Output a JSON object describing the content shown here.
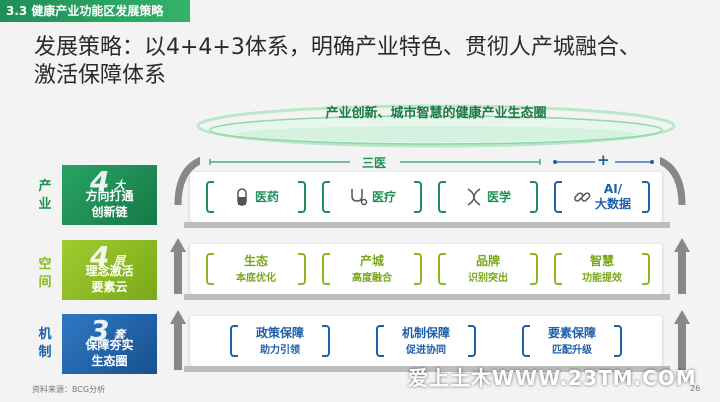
{
  "header": {
    "section": "3.3 健康产业功能区发展策略"
  },
  "title": {
    "line1": "发展策略：以4+4+3体系，明确产业特色、贯彻人产城融合、",
    "line2": "激活保障体系"
  },
  "ecosystem": {
    "label": "产业创新、城市智慧的健康产业生态圈"
  },
  "top_labels": {
    "sanyi": "三医",
    "plus": "+"
  },
  "layers": [
    {
      "side": [
        "产",
        "业"
      ],
      "num": "4",
      "unit": "大",
      "line1": "方向打通",
      "line2": "创新链",
      "cards": [
        {
          "label": "医药",
          "icon": "pill-icon"
        },
        {
          "label": "医疗",
          "icon": "stethoscope-icon"
        },
        {
          "label": "医学",
          "icon": "dna-icon"
        },
        {
          "label": "AI/\n大数据",
          "icon": "link-icon"
        }
      ],
      "color": "#1f8f57"
    },
    {
      "side": [
        "空",
        "间"
      ],
      "num": "4",
      "unit": "层",
      "line1": "理念激活",
      "line2": "要素云",
      "cards": [
        {
          "label": "生态",
          "sub": "本底优化"
        },
        {
          "label": "产城",
          "sub": "高度融合"
        },
        {
          "label": "品牌",
          "sub": "识别突出"
        },
        {
          "label": "智慧",
          "sub": "功能提效"
        }
      ],
      "color": "#8bb81f"
    },
    {
      "side": [
        "机",
        "制"
      ],
      "num": "3",
      "unit": "套",
      "line1": "保障夯实",
      "line2": "生态圈",
      "cards": [
        {
          "label": "政策保障",
          "sub": "助力引领"
        },
        {
          "label": "机制保障",
          "sub": "促进协同"
        },
        {
          "label": "要素保障",
          "sub": "匹配升级"
        }
      ],
      "color": "#1f5fa8"
    }
  ],
  "footer": {
    "source": "资料来源：BCG分析",
    "page": "26"
  },
  "watermark": "爱上土木WWW.23TM.COM"
}
